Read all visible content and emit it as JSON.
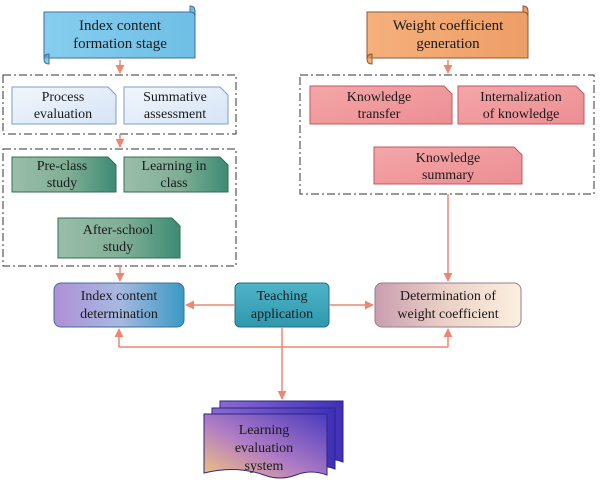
{
  "left": {
    "stage_title": [
      "Index content",
      "formation stage"
    ],
    "group1": {
      "process_evaluation": [
        "Process",
        "evaluation"
      ],
      "summative_assessment": [
        "Summative",
        "assessment"
      ]
    },
    "group2": {
      "pre_class_study": [
        "Pre-class",
        "study"
      ],
      "learning_in_class": [
        "Learning in",
        "class"
      ],
      "after_school_study": [
        "After-school",
        "study"
      ]
    },
    "index_content_determination": [
      "Index content",
      "determination"
    ]
  },
  "right": {
    "stage_title": [
      "Weight coefficient",
      "generation"
    ],
    "group": {
      "knowledge_transfer": [
        "Knowledge",
        "transfer"
      ],
      "internalization_of_knowledge": [
        "Internalization",
        "of knowledge"
      ],
      "knowledge_summary": [
        "Knowledge",
        "summary"
      ]
    },
    "determination_of_weight_coefficient": [
      "Determination of",
      "weight coefficient"
    ]
  },
  "center": {
    "teaching_application": [
      "Teaching",
      "application"
    ]
  },
  "output": {
    "learning_evaluation_system": [
      "Learning",
      "evaluation",
      "system"
    ]
  },
  "colors": {
    "arrow": "#ee8672",
    "blue_scroll": "#7dc8ea",
    "orange_scroll": "#f2a872",
    "light_blue": "#e1ecf9",
    "green": "#7faf98",
    "pink": "#f09ca0",
    "teal": "#3aa6bd"
  }
}
